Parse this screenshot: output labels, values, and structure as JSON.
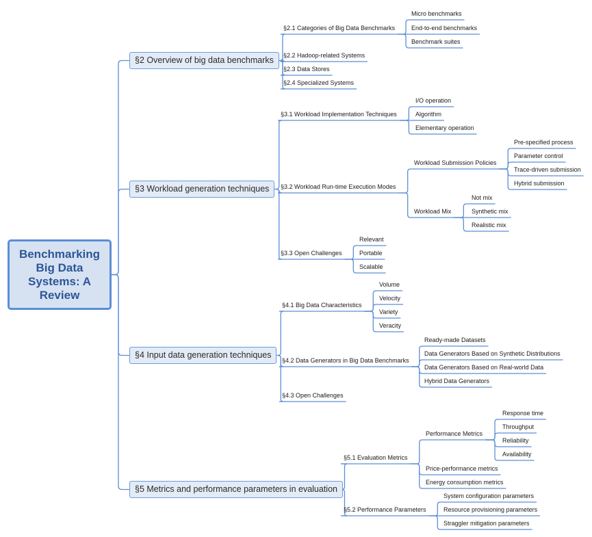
{
  "root": {
    "title": "Benchmarking Big Data Systems: A Review"
  },
  "s2": {
    "label": "§2 Overview of big data benchmarks",
    "s21": {
      "label": "§2.1 Categories of Big Data Benchmarks",
      "items": [
        "Micro benchmarks",
        "End-to-end benchmarks",
        "Benchmark suites"
      ]
    },
    "s22": "§2.2 Hadoop-related Systems",
    "s23": "§2.3 Data Stores",
    "s24": "§2.4 Specialized Systems"
  },
  "s3": {
    "label": "§3 Workload generation techniques",
    "s31": {
      "label": "§3.1 Workload Implementation Techniques",
      "items": [
        "I/O operation",
        "Algorithm",
        "Elementary operation"
      ]
    },
    "s32": {
      "label": "§3.2 Workload Run-time Execution Modes",
      "policies": {
        "label": "Workload Submission Policies",
        "items": [
          "Pre-specified process",
          "Parameter control",
          "Trace-driven submission",
          "Hybrid submission"
        ]
      },
      "mix": {
        "label": "Workload Mix",
        "items": [
          "Not mix",
          "Synthetic mix",
          "Realistic mix"
        ]
      }
    },
    "s33": {
      "label": "§3.3 Open Challenges",
      "items": [
        "Relevant",
        "Portable",
        "Scalable"
      ]
    }
  },
  "s4": {
    "label": "§4 Input data generation techniques",
    "s41": {
      "label": "§4.1 Big Data Characteristics",
      "items": [
        "Volume",
        "Velocity",
        "Variety",
        "Veracity"
      ]
    },
    "s42": {
      "label": "§4.2 Data Generators in Big Data Benchmarks",
      "items": [
        "Ready-made Datasets",
        "Data Generators Based on Synthetic Distributions",
        "Data Generators Based on Real-world Data",
        "Hybrid Data Generators"
      ]
    },
    "s43": "§4.3 Open Challenges"
  },
  "s5": {
    "label": "§5 Metrics and performance parameters in evaluation",
    "s51": {
      "label": "§5.1 Evaluation Metrics",
      "perf": {
        "label": "Performance Metrics",
        "items": [
          "Response time",
          "Throughput",
          "Reliability",
          "Availability"
        ]
      },
      "price": "Price-performance metrics",
      "energy": "Energy consumption metrics"
    },
    "s52": {
      "label": "§5.2 Performance Parameters",
      "items": [
        "System configuration parameters",
        "Resource provisioning parameters",
        "Straggler mitigation parameters"
      ]
    }
  }
}
